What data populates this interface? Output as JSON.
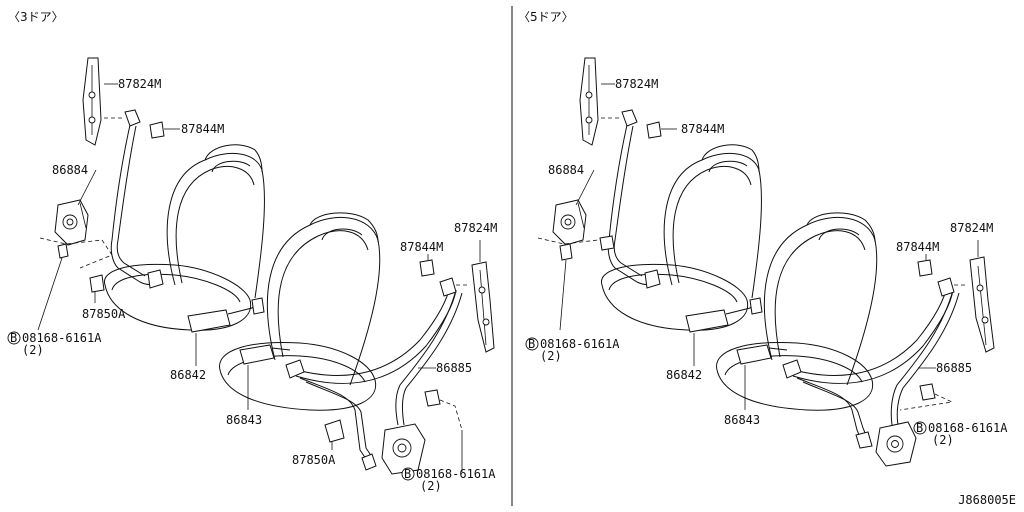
{
  "panels": {
    "left": {
      "title": "〈3ドア〉",
      "labels": {
        "p87824m": "87824M",
        "p87844m": "87844M",
        "p86884": "86884",
        "p87850a": "87850A",
        "bolt_b": "B",
        "bolt_code": "08168-6161A",
        "bolt_qty": "(2)",
        "p86842": "86842",
        "p86843": "86843",
        "p87850a_2": "87850A",
        "p87844m_2": "87844M",
        "p87824m_2": "87824M",
        "p86885": "86885",
        "bolt2_b": "B",
        "bolt2_code": "08168-6161A",
        "bolt2_qty": "(2)"
      }
    },
    "right": {
      "title": "〈5ドア〉",
      "labels": {
        "p87824m": "87824M",
        "p87844m": "87844M",
        "p86884": "86884",
        "bolt_b": "B",
        "bolt_code": "08168-6161A",
        "bolt_qty": "(2)",
        "p86842": "86842",
        "p86843": "86843",
        "p87844m_2": "87844M",
        "p87824m_2": "87824M",
        "p86885": "86885",
        "bolt2_b": "B",
        "bolt2_code": "08168-6161A",
        "bolt2_qty": "(2)"
      }
    }
  },
  "diagram_code": "J868005E"
}
